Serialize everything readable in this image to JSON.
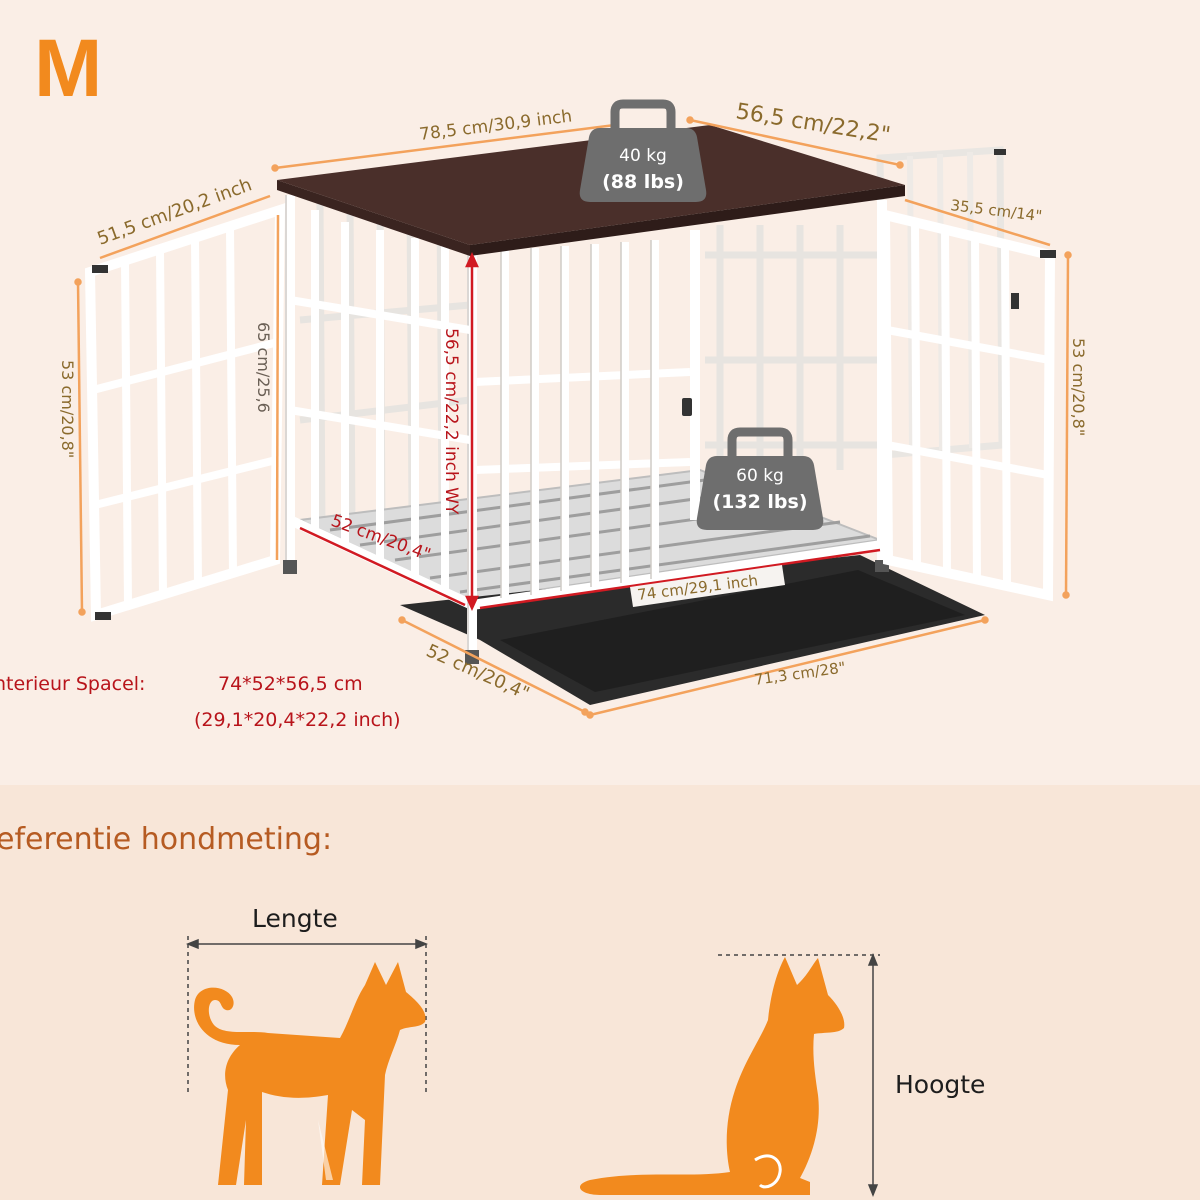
{
  "size": "M",
  "dimensions": {
    "top_length": "78,5 cm/30,9 inch",
    "top_depth": "56,5 cm/22,2\"",
    "left_door_width": "51,5 cm/20,2 inch",
    "left_door_height": "53 cm/20,8\"",
    "side_height": "65 cm/25,6",
    "interior_height": "56,5 cm/22,2 inch WY",
    "interior_depth": "52 cm/20,4\"",
    "interior_length": "74 cm/29,1 inch",
    "right_door_width": "35,5 cm/14\"",
    "right_door_height": "53 cm/20,8\"",
    "tray_depth": "52 cm/20,4\"",
    "tray_length": "71,3 cm/28\""
  },
  "weights": {
    "top": {
      "kg": "40 kg",
      "lbs": "(88 lbs)"
    },
    "floor": {
      "kg": "60 kg",
      "lbs": "(132 lbs)"
    }
  },
  "interior_space": {
    "label": "nterieur Spacel:",
    "cm": "74*52*56,5 cm",
    "inch": "(29,1*20,4*22,2 inch)"
  },
  "reference": {
    "title": "eferentie hondmeting:",
    "length_label": "Lengte",
    "height_label": "Hoogte"
  },
  "colors": {
    "accent": "#f28a1e",
    "dimension_text": "#8a6a2c",
    "interior_red": "#b8141b",
    "tabletop": "#4a2f2a",
    "frame": "#ffffff",
    "tray": "#2b2b2b",
    "weight_badge": "#6e6e6e"
  }
}
